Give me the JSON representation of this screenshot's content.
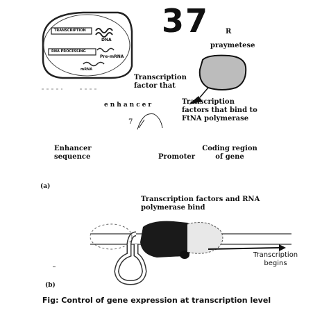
{
  "cell": {
    "transcription": "TRANSCRIPTION",
    "dna": "DNA",
    "rna_processing": "RNA PROCESSING",
    "pre_mrna": "Pre-mRNA",
    "mrna": "mRNA"
  },
  "overlay": {
    "big_number": "37",
    "stray_mark": "R",
    "praymetese": "praymetese"
  },
  "panel_a": {
    "tf_that": "Transcription factor that",
    "tf_bind": "Transcription factors that bind to FtNA polymerase",
    "enhancer_mid": "enhancer",
    "seven": "7",
    "enhancer_sequence": "Enhancer sequence",
    "promoter": "Promoter",
    "coding_region": "Coding region of gene",
    "label": "(a)"
  },
  "panel_b": {
    "tf_rna": "Transcription factors and RNA polymerase bind",
    "transcription_begins": "Transcription begins",
    "label": "(b)"
  },
  "caption": "Fig: Control of gene expression at transcription level"
}
